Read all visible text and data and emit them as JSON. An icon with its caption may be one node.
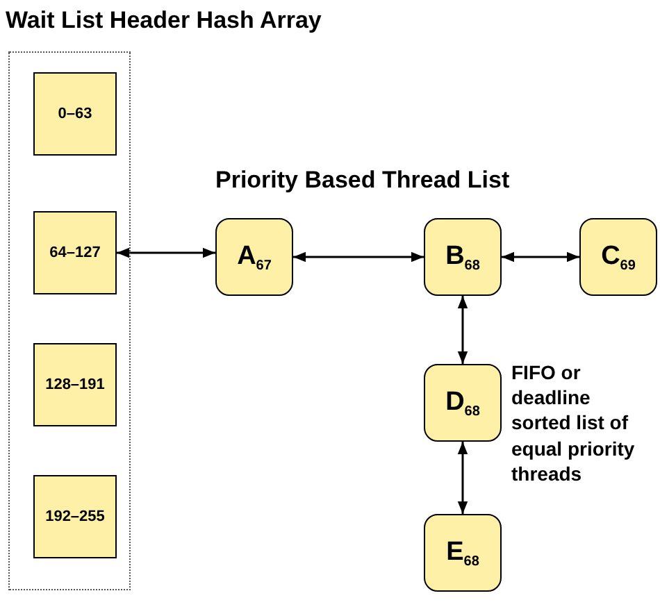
{
  "diagram": {
    "nodes": [
      {
        "text": [
          "Wait List Header Hash Array"
        ]
      },
      {
        "text": [
          "0–63"
        ],
        "in": 0
      },
      {
        "text": [
          "64–127"
        ],
        "in": 0
      },
      {
        "text": [
          "128–191"
        ],
        "in": 0
      },
      {
        "text": [
          "192–255"
        ],
        "in": 0
      },
      {
        "text": [
          "A$_{67}$"
        ]
      },
      {
        "text": [
          "B$_{68}$"
        ]
      },
      {
        "text": [
          "C$_{69}$"
        ]
      },
      {
        "text": [
          "D$_{68}$"
        ]
      },
      {
        "text": [
          "E$_{68}$"
        ]
      }
    ],
    "edges": [
      {
        "from": 2,
        "to": 5,
        "arrow": "both"
      },
      {
        "from": 5,
        "to": 6,
        "arrow": "both"
      },
      {
        "from": 6,
        "to": 7,
        "arrow": "both"
      },
      {
        "from": 6,
        "to": 8,
        "arrow": "both"
      },
      {
        "from": 8,
        "to": 9,
        "arrow": "both"
      }
    ],
    "labels": [
      "Priority Based Thread List",
      "FIFO or deadline sorted list of equal priority threads"
    ]
  }
}
